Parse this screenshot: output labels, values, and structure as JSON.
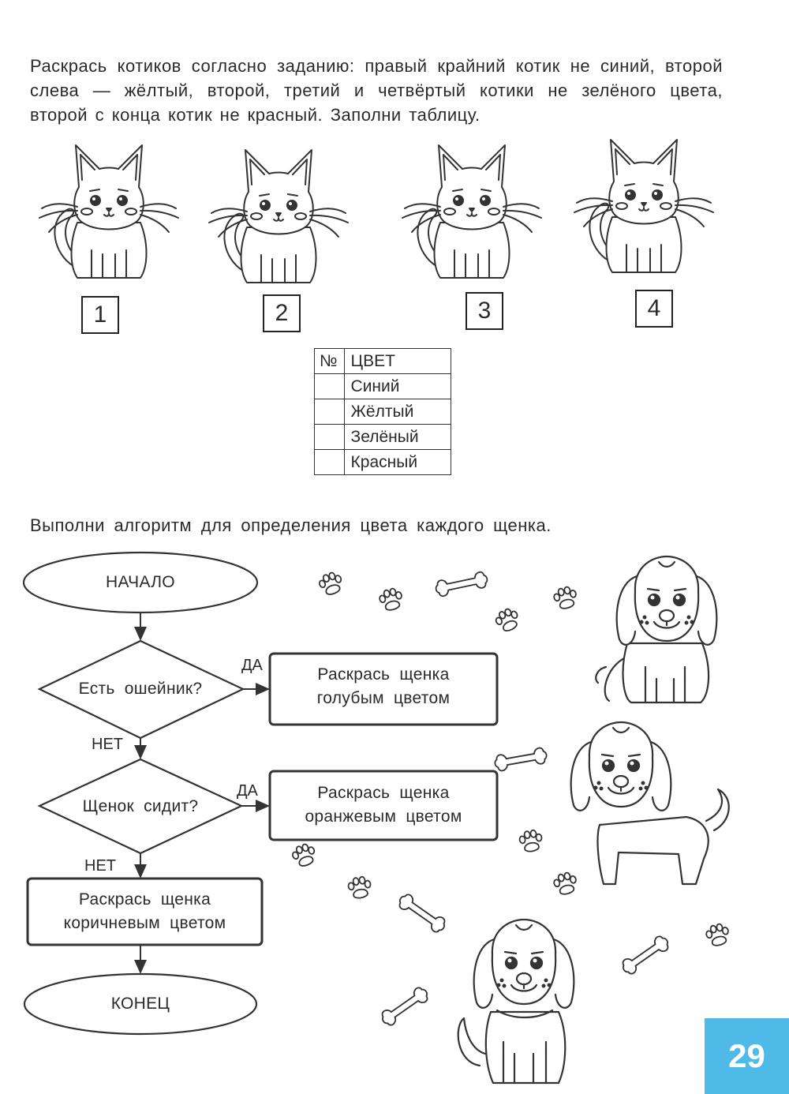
{
  "task1": {
    "text": "Раскрась котиков согласно заданию: правый крайний котик не синий, второй слева — жёлтый, второй, третий и четвёртый котики не зелёного цвета, второй с конца котик не красный. Заполни таблицу."
  },
  "cats": [
    {
      "number": "1"
    },
    {
      "number": "2"
    },
    {
      "number": "3"
    },
    {
      "number": "4"
    }
  ],
  "color_table": {
    "header_number": "№",
    "header_color": "ЦВЕТ",
    "rows": [
      "Синий",
      "Жёлтый",
      "Зелёный",
      "Красный"
    ]
  },
  "task2": {
    "text": "Выполни алгоритм для определения цвета каждого щенка."
  },
  "flowchart": {
    "start": "НАЧАЛО",
    "question1": "Есть ошейник?",
    "yes1": "ДА",
    "action1_line1": "Раскрась щенка",
    "action1_line2": "голубым цветом",
    "no1": "НЕТ",
    "question2": "Щенок сидит?",
    "yes2": "ДА",
    "action2_line1": "Раскрась щенка",
    "action2_line2": "оранжевым цветом",
    "no2": "НЕТ",
    "action3_line1": "Раскрась щенка",
    "action3_line2": "коричневым цветом",
    "end": "КОНЕЦ"
  },
  "page": {
    "number": "29",
    "accent_color": "#4fb9e8"
  }
}
